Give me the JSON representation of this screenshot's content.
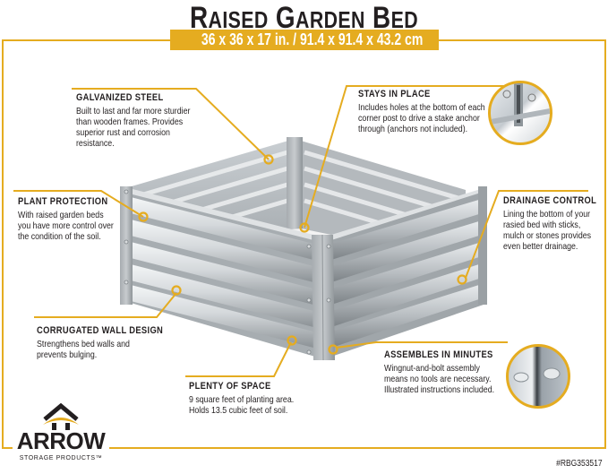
{
  "header": {
    "title_words": [
      {
        "cap": "R",
        "rest": "AISED"
      },
      {
        "cap": "G",
        "rest": "ARDEN"
      },
      {
        "cap": "B",
        "rest": "ED"
      }
    ],
    "title": "Raised Garden Bed",
    "dimensions": "36 x 36 x 17 in.  /  91.4 x 91.4 x 43.2 cm"
  },
  "features": [
    {
      "id": "galvanized-steel",
      "title": "GALVANIZED STEEL",
      "desc": "Built to last and far more sturdier than wooden frames. Provides superior rust and corrosion resistance."
    },
    {
      "id": "stays-in-place",
      "title": "STAYS IN PLACE",
      "desc": "Includes holes at the bottom of each corner post to drive a stake anchor through (anchors not included)."
    },
    {
      "id": "plant-protection",
      "title": "PLANT PROTECTION",
      "desc": "With raised garden beds you have more control over the condition of the soil."
    },
    {
      "id": "drainage-control",
      "title": "DRAINAGE CONTROL",
      "desc": "Lining the bottom of your rasied bed with sticks, mulch or stones provides even better drainage."
    },
    {
      "id": "corrugated-wall-design",
      "title": "CORRUGATED WALL DESIGN",
      "desc": "Strengthens bed walls and prevents bulging."
    },
    {
      "id": "plenty-of-space",
      "title": "PLENTY OF SPACE",
      "desc": "9 square feet of planting area. Holds 13.5 cubic feet of soil."
    },
    {
      "id": "assembles-in-minutes",
      "title": "ASSEMBLES IN MINUTES",
      "desc": "Wingnut-and-bolt assembly means no tools are necessary.  Illustrated instructions included."
    }
  ],
  "brand": {
    "name": "ARROW",
    "tagline": "STORAGE PRODUCTS™"
  },
  "sku": "#RBG353517",
  "colors": {
    "accent": "#e5ac20",
    "text": "#231f20",
    "steel_light": "#e3e6e8",
    "steel_mid": "#b7bcc0",
    "steel_dark": "#8d9296"
  }
}
